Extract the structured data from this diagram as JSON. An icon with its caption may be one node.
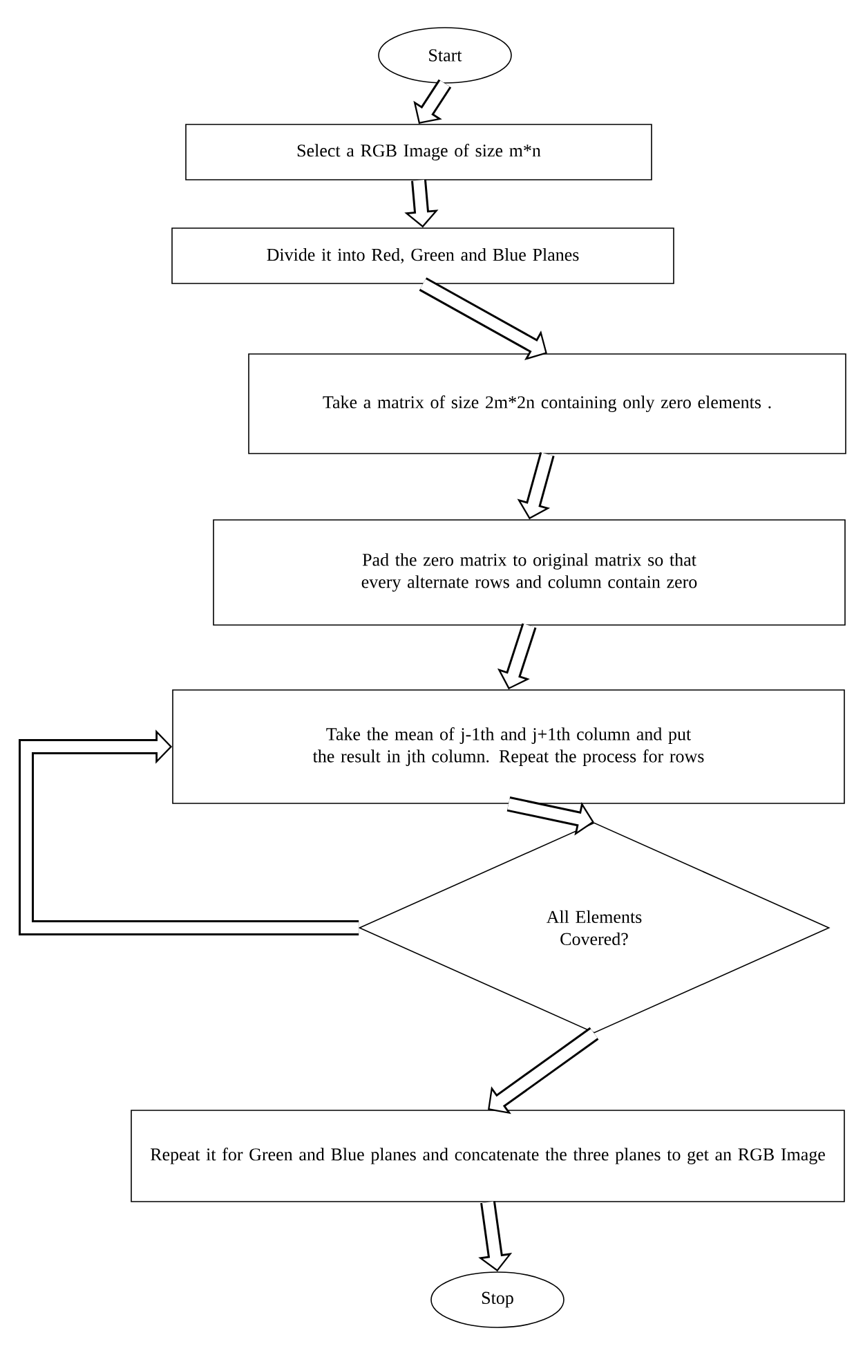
{
  "diagram": {
    "nodes": [
      {
        "text": [
          "Start"
        ]
      },
      {
        "text": [
          "Select a RGB Image of size m*n"
        ]
      },
      {
        "text": [
          "Divide it into Red, Green and Blue Planes"
        ]
      },
      {
        "text": [
          "Take a matrix of size 2m*2n containing only zero elements ."
        ]
      },
      {
        "text": [
          "Pad the zero matrix to original matrix so that every alternate rows and column contain zero"
        ]
      },
      {
        "text": [
          "Take the mean of j-1th and j+1th column and put the result in jth column. Repeat the process for rows"
        ]
      },
      {
        "text": [
          "All Elements Covered?"
        ]
      },
      {
        "text": [
          "Repeat it for Green and Blue planes and concatenate the three planes to get an RGB Image"
        ]
      },
      {
        "text": [
          "Stop"
        ]
      }
    ],
    "edges": [
      {
        "from": 0,
        "to": 1,
        "arrow": "to"
      },
      {
        "from": 1,
        "to": 2,
        "arrow": "to"
      },
      {
        "from": 2,
        "to": 3,
        "arrow": "to"
      },
      {
        "from": 3,
        "to": 4,
        "arrow": "to"
      },
      {
        "from": 4,
        "to": 5,
        "arrow": "to"
      },
      {
        "from": 5,
        "to": 6,
        "arrow": "to"
      },
      {
        "from": 6,
        "to": 5,
        "arrow": "to"
      },
      {
        "from": 6,
        "to": 7,
        "arrow": "to"
      },
      {
        "from": 7,
        "to": 8,
        "arrow": "to"
      }
    ]
  }
}
